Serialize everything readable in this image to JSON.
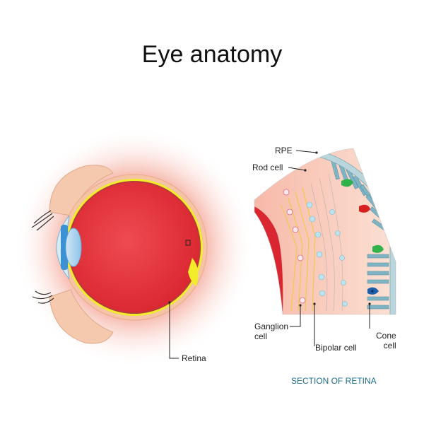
{
  "title": "Eye anatomy",
  "eye": {
    "labels": {
      "retina": "Retina"
    }
  },
  "retina_section": {
    "title": "SECTION OF RETINA",
    "labels": {
      "rpe": "RPE",
      "rod_cell": "Rod cell",
      "ganglion_cell": "Ganglion\ncell",
      "bipolar_cell": "Bipolar cell",
      "cone_cell": "Cone\ncell"
    }
  },
  "colors": {
    "glow": "#f6b5a8",
    "sclera": "#f4c4a5",
    "vitreous": "#e9323f",
    "retina_layer": "#f2ec2a",
    "iris": "#3b91d4",
    "cone_green": "#2fb24a",
    "cone_red": "#d92020",
    "cone_blue": "#1e5ea8",
    "rod": "#7fb4c4",
    "text_accent": "#1d6d8e"
  }
}
